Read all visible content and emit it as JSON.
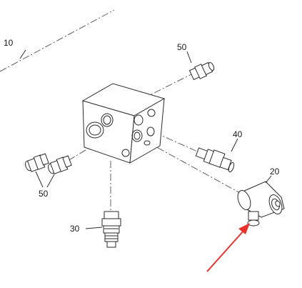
{
  "callouts": {
    "c10": "10",
    "c50_top": "50",
    "c40": "40",
    "c20": "20",
    "c50_left": "50",
    "c30": "30"
  },
  "colors": {
    "line": "#2a2a2a",
    "arrow": "#e8322b",
    "background": "#ffffff"
  },
  "icons": {
    "block": "manifold-block",
    "fitting": "threaded-fitting",
    "valve": "cartridge-valve",
    "sensor": "pressure-switch",
    "pointer": "red-arrow"
  }
}
